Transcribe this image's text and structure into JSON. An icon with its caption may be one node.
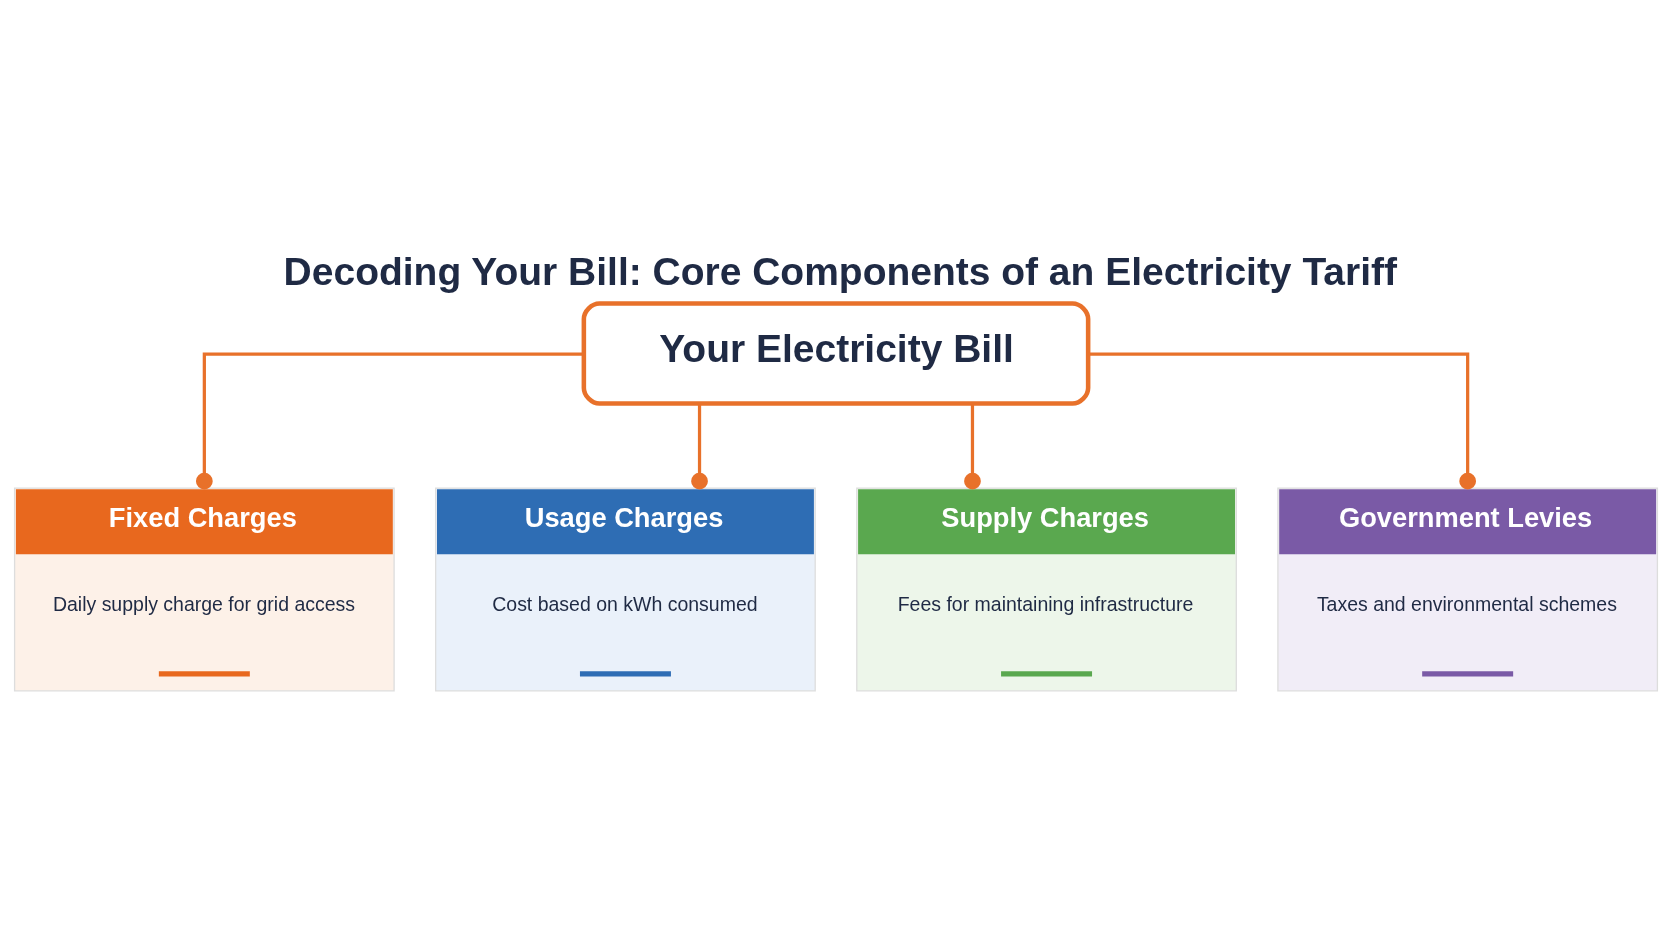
{
  "diagram": {
    "title": "Decoding Your Bill: Core Components of an Electricity Tariff",
    "nodes": [
      {
        "text": [
          "Your Electricity Bill"
        ]
      },
      {
        "text": [
          "Fixed Charges",
          "Daily supply charge for grid access"
        ]
      },
      {
        "text": [
          "Usage Charges",
          "Cost based on kWh consumed"
        ]
      },
      {
        "text": [
          "Supply Charges",
          "Fees for maintaining infrastructure"
        ]
      },
      {
        "text": [
          "Government Levies",
          "Taxes and environmental schemes"
        ]
      }
    ],
    "edges": [
      {
        "from": 0,
        "to": 1,
        "arrow": "other"
      },
      {
        "from": 0,
        "to": 2,
        "arrow": "other"
      },
      {
        "from": 0,
        "to": 3,
        "arrow": "other"
      },
      {
        "from": 0,
        "to": 4,
        "arrow": "other"
      }
    ]
  }
}
